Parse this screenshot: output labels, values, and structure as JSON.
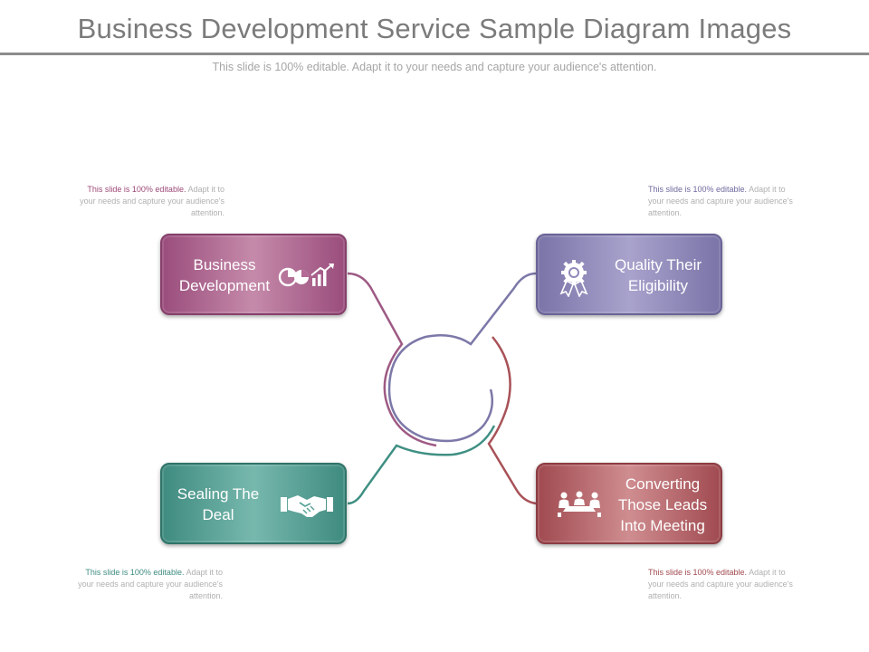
{
  "header": {
    "title": "Business Development Service Sample Diagram Images",
    "subtitle": "This slide is 100% editable. Adapt it to your needs and capture your audience's attention."
  },
  "colors": {
    "pink": "#9a4d7c",
    "purple": "#7a74a8",
    "teal": "#3f8b80",
    "red": "#a04a50"
  },
  "steps": [
    {
      "label": "Business Development",
      "icon": "pie-bar-chart-icon",
      "note_lead": "This slide is 100% editable.",
      "note_body": "Adapt it to your needs and capture your audience's attention."
    },
    {
      "label": "Quality Their Eligibility",
      "icon": "award-badge-icon",
      "note_lead": "This slide is 100% editable.",
      "note_body": "Adapt it to your needs and capture your audience's attention."
    },
    {
      "label": "Sealing The Deal",
      "icon": "handshake-icon",
      "note_lead": "This slide is 100% editable.",
      "note_body": "Adapt it to your needs and capture your audience's attention."
    },
    {
      "label": "Converting Those Leads Into Meeting",
      "icon": "meeting-table-icon",
      "note_lead": "This slide is 100% editable.",
      "note_body": "Adapt it to your needs and capture your audience's attention."
    }
  ]
}
